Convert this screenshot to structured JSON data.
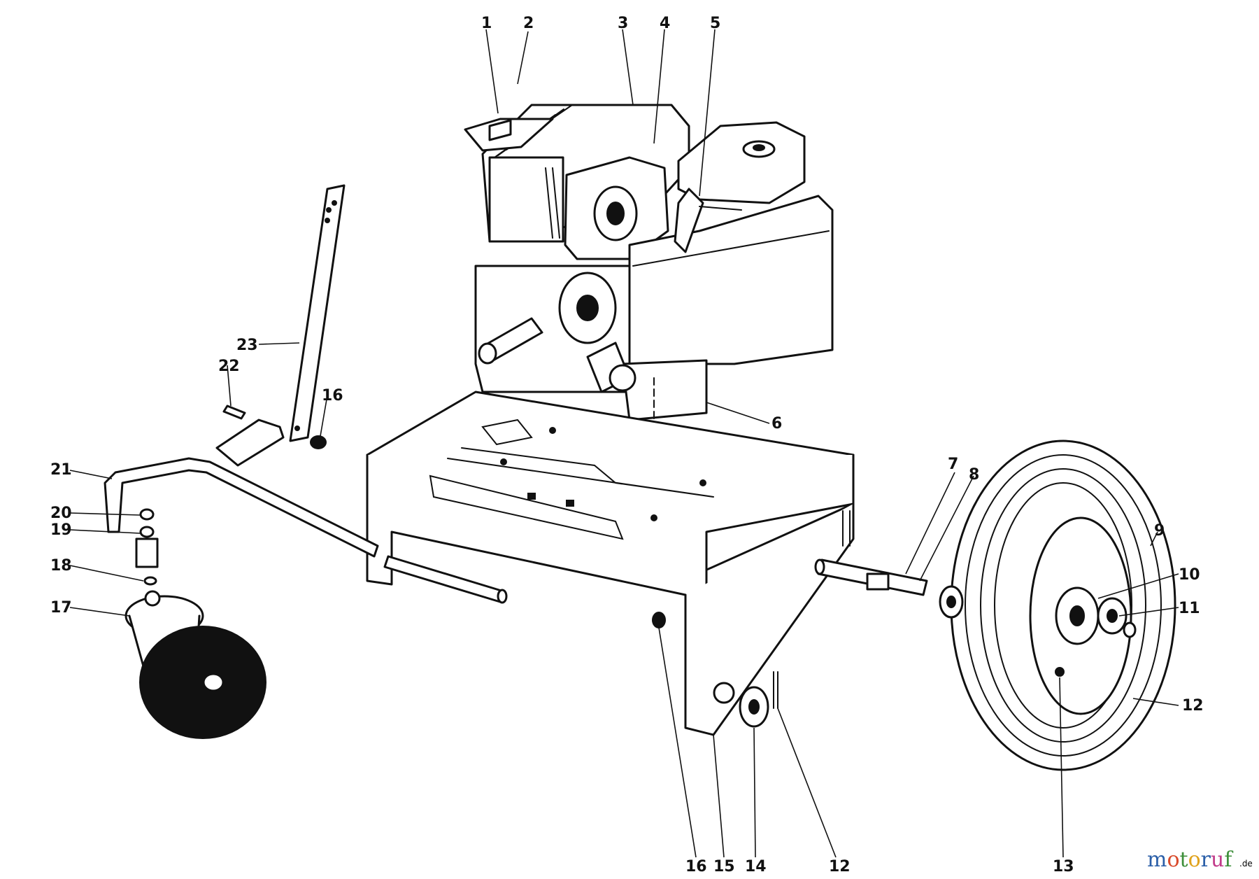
{
  "callouts": {
    "c1": "1",
    "c2": "2",
    "c3": "3",
    "c4": "4",
    "c5": "5",
    "c6": "6",
    "c7": "7",
    "c8": "8",
    "c9": "9",
    "c10": "10",
    "c11": "11",
    "c12a": "12",
    "c12b": "12",
    "c13": "13",
    "c14": "14",
    "c15": "15",
    "c16a": "16",
    "c16b": "16",
    "c17": "17",
    "c18": "18",
    "c19": "19",
    "c20": "20",
    "c21": "21",
    "c22": "22",
    "c23": "23"
  },
  "watermark": {
    "letters": [
      "m",
      "o",
      "t",
      "o",
      "r",
      "u",
      "f"
    ],
    "colors": [
      "#2b5fa8",
      "#d94a2b",
      "#3d8f3a",
      "#e0a21c",
      "#2b5fa8",
      "#c23b8a",
      "#3d8f3a"
    ],
    "suffix": ".de"
  }
}
